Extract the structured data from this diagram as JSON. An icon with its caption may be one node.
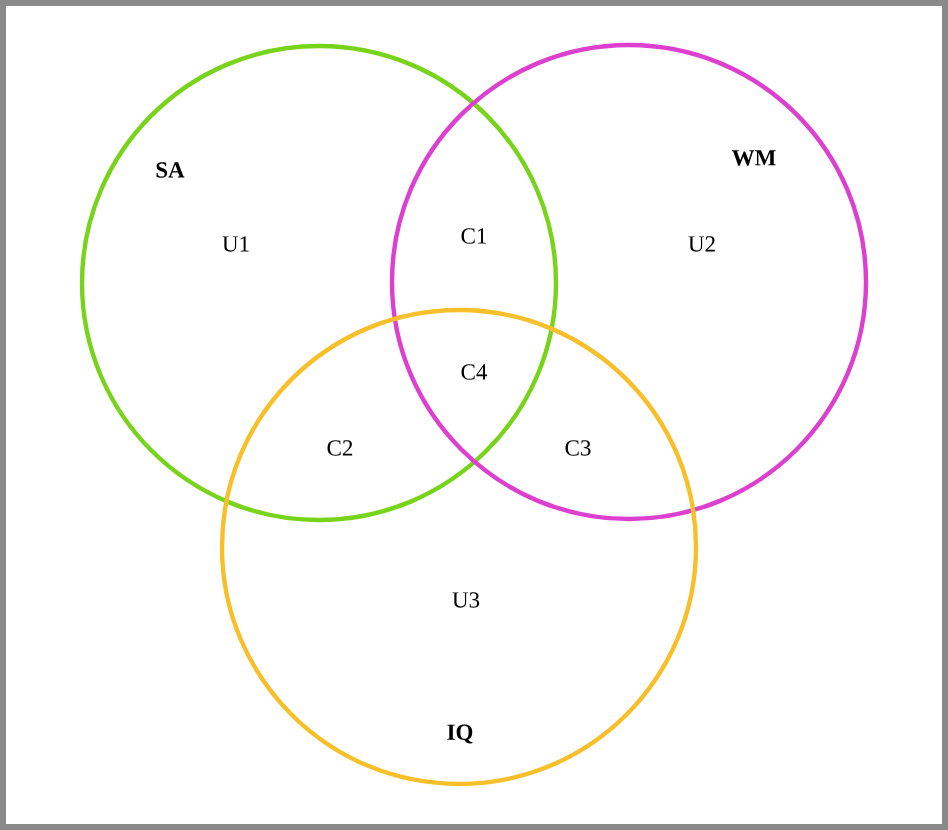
{
  "diagram": {
    "nodes": [
      {
        "text": [
          "SA",
          "U1"
        ]
      },
      {
        "text": [
          "WM",
          "U2"
        ]
      },
      {
        "text": [
          "U3",
          "IQ"
        ]
      }
    ],
    "labels": [
      "C1",
      "C4",
      "C2",
      "C3"
    ]
  }
}
